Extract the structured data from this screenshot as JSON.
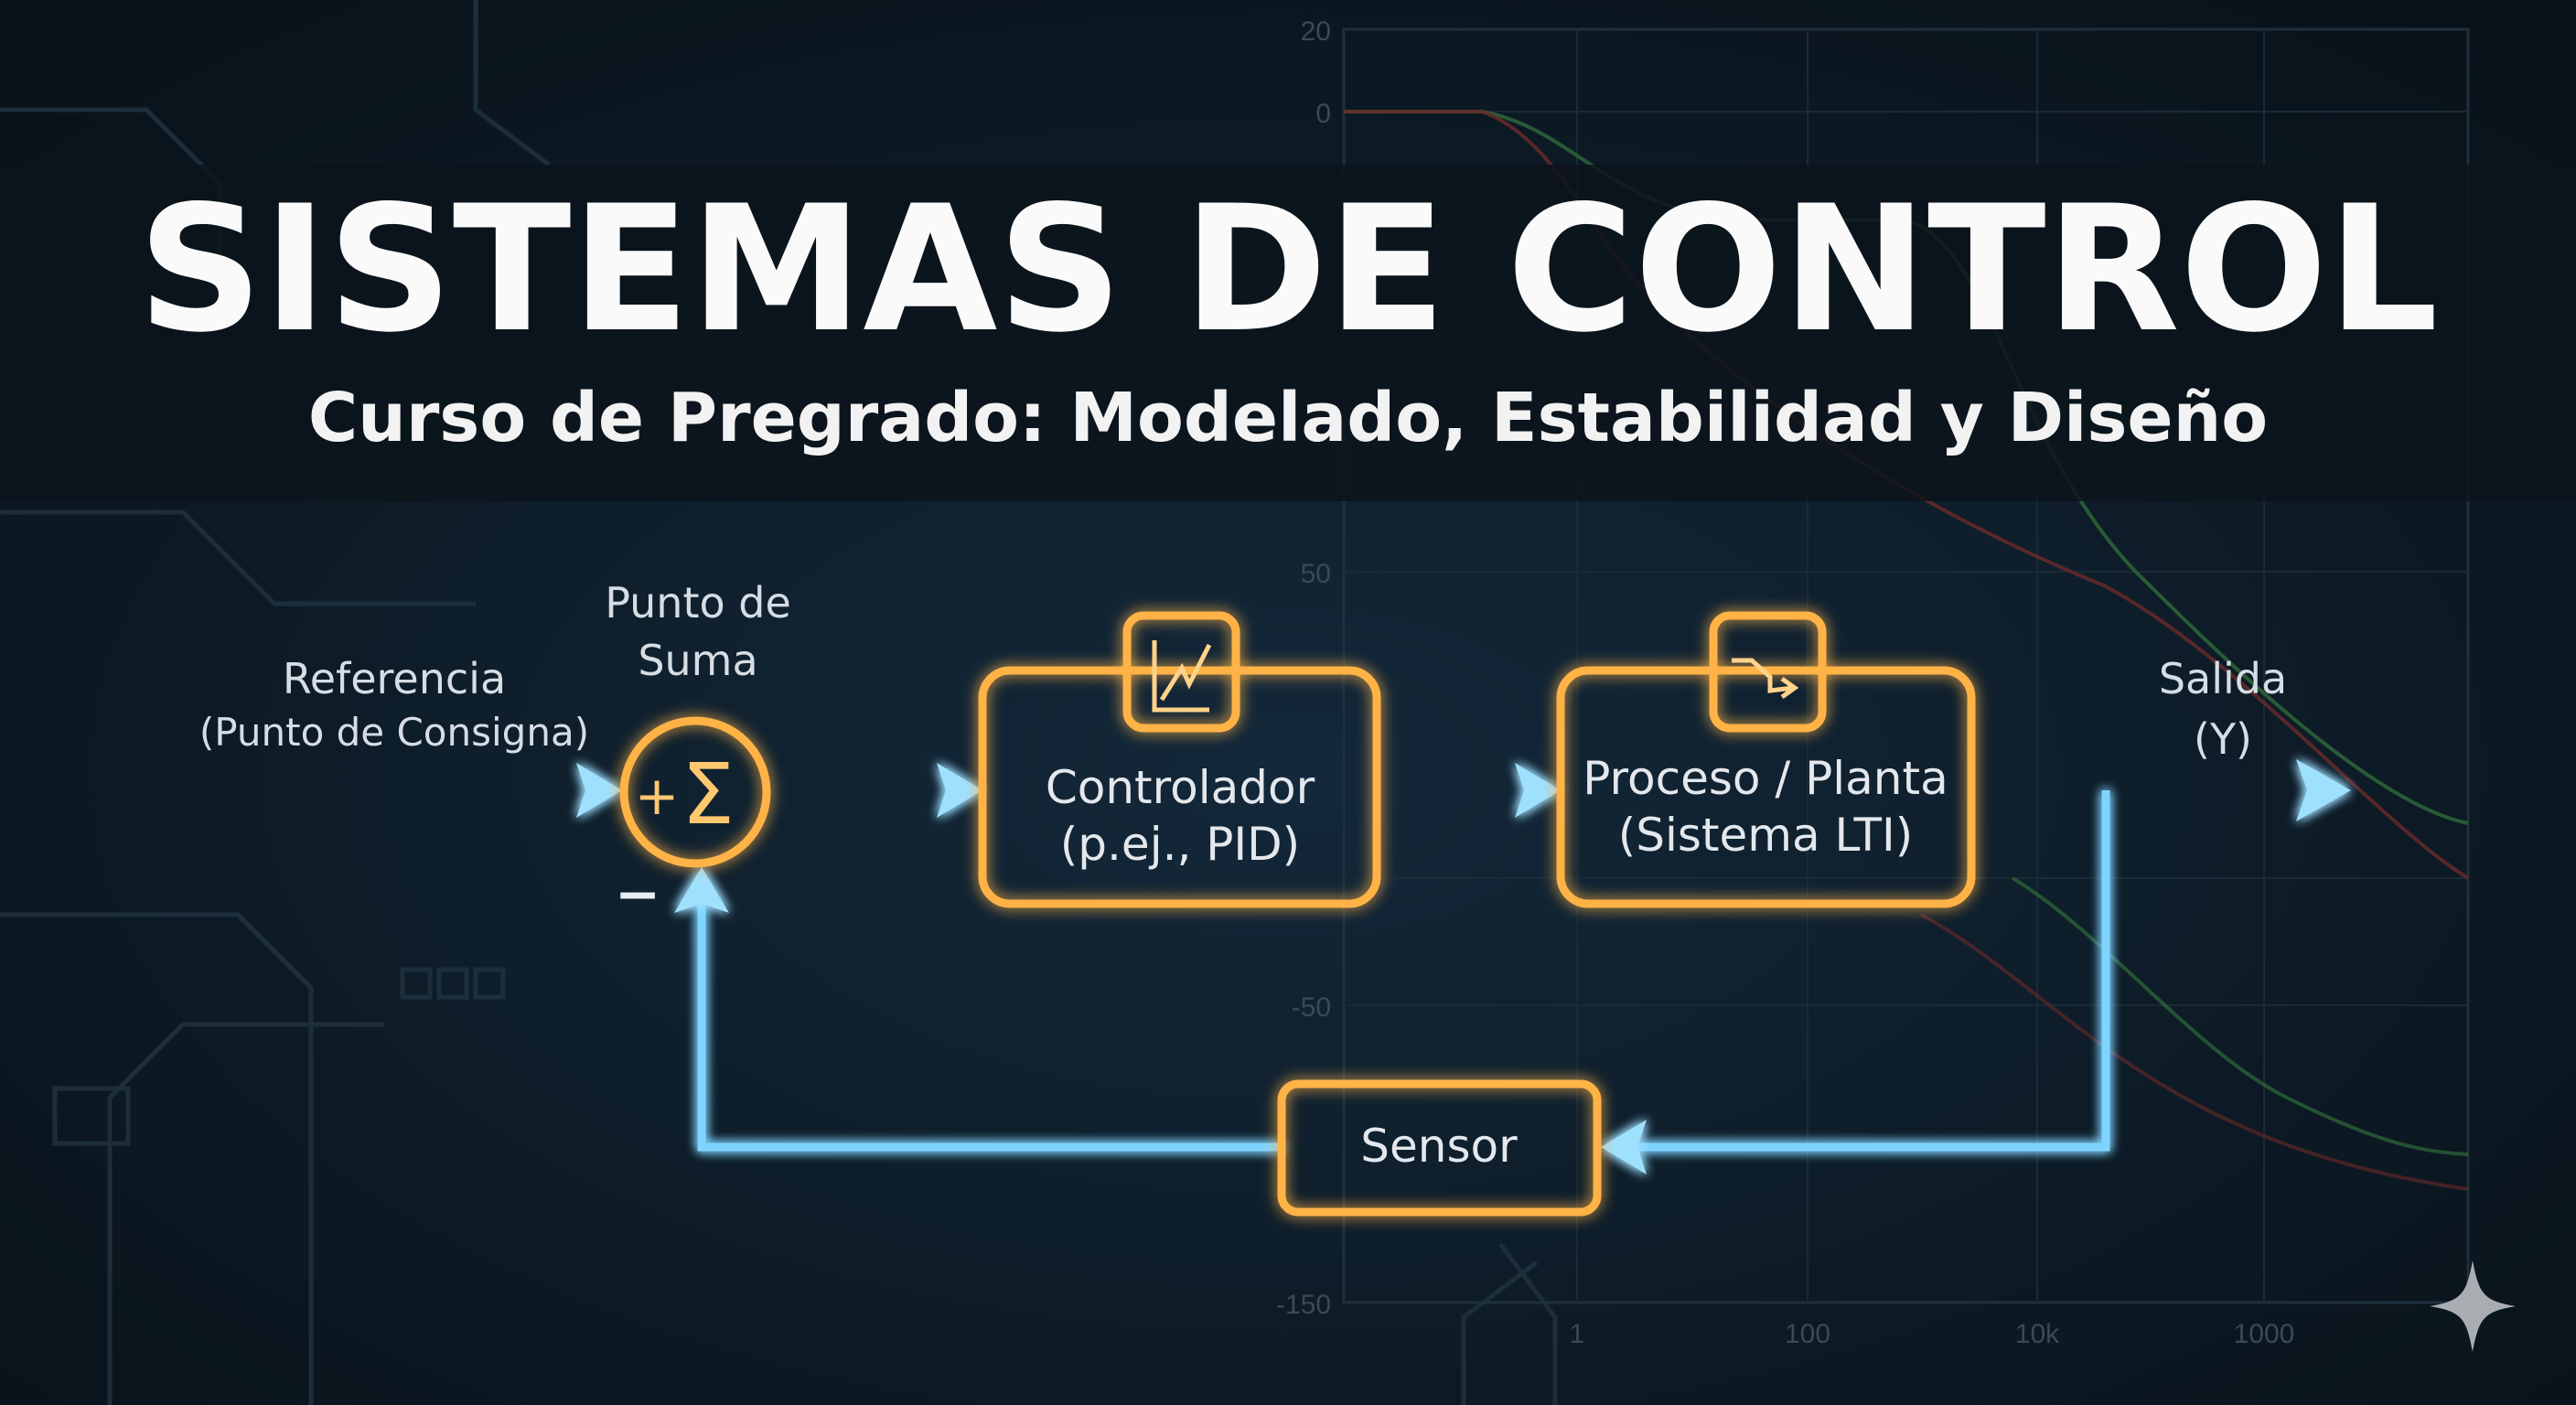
{
  "header": {
    "title": "SISTEMAS DE CONTROL",
    "subtitle": "Curso de Pregrado: Modelado, Estabilidad y Diseño"
  },
  "diagram": {
    "input_label": "Referencia",
    "input_sublabel": "(Punto de Consigna)",
    "summing_label_1": "Punto de",
    "summing_label_2": "Suma",
    "summing_plus": "+",
    "summing_symbol": "Σ",
    "summing_minus": "−",
    "controller_line1": "Controlador",
    "controller_line2": "(p.ej., PID)",
    "process_line1": "Proceso / Planta",
    "process_line2": "(Sistema LTI)",
    "sensor_label": "Sensor",
    "output_label": "Salida",
    "output_sublabel": "(Y)"
  },
  "background_plot": {
    "y_ticks": [
      "20",
      "0",
      "50",
      "-50",
      "-150"
    ],
    "x_ticks": [
      "1",
      "100",
      "10k",
      "1000"
    ]
  },
  "colors": {
    "signal": "#7fd4ff",
    "block": "#ffb347",
    "background": "#0b1620"
  },
  "icons": {
    "controller": "line-chart-icon",
    "process": "step-response-icon",
    "corner": "sparkle-icon"
  }
}
